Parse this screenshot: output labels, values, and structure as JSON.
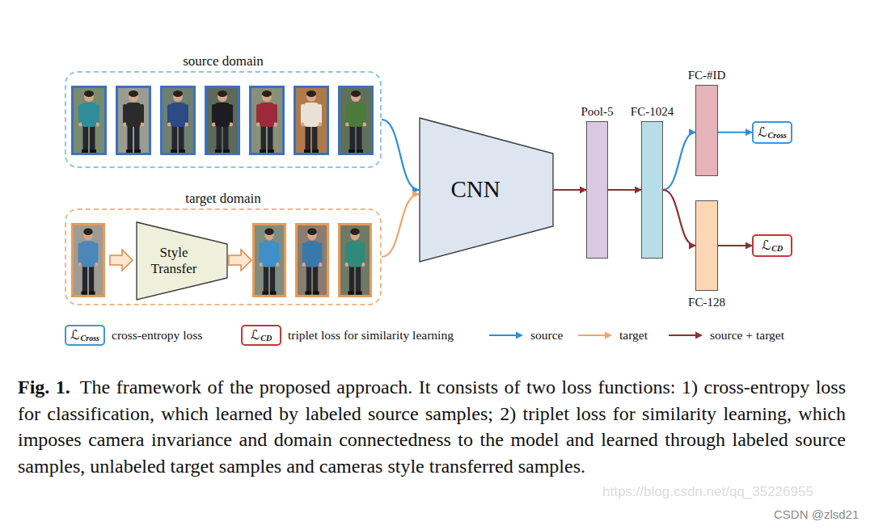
{
  "diagram": {
    "caption": "The framework of the proposed approach. It consists of two loss functions: 1) cross-entropy loss for classification, which learned by labeled source samples; 2) triplet loss for similarity learning, which imposes camera invariance and domain connectedness to the model and learned through labeled source samples, unlabeled target samples and cameras style transferred samples.",
    "nodes": [
      {
        "text": [
          "source domain"
        ]
      },
      {
        "text": [
          "target domain"
        ]
      },
      {
        "text": [
          "Style Transfer"
        ],
        "in": 1
      },
      {
        "text": [
          "CNN"
        ]
      },
      {
        "text": [
          "Pool-5"
        ]
      },
      {
        "text": [
          "FC-1024"
        ]
      },
      {
        "text": [
          "FC-#ID"
        ]
      },
      {
        "text": [
          "FC-128"
        ]
      },
      {
        "text": [
          "ℒ",
          "Cross"
        ]
      },
      {
        "text": [
          "ℒ",
          "CD"
        ]
      }
    ],
    "edges": [
      {
        "from": 0,
        "to": 3,
        "arrow": "to"
      },
      {
        "from": 1,
        "to": 3,
        "arrow": "to"
      },
      {
        "from": 3,
        "to": 4,
        "arrow": "to"
      },
      {
        "from": 4,
        "to": 5,
        "arrow": "to"
      },
      {
        "from": 5,
        "to": 6,
        "arrow": "to"
      },
      {
        "from": 5,
        "to": 7,
        "arrow": "to"
      },
      {
        "from": 6,
        "to": 8,
        "arrow": "to"
      },
      {
        "from": 7,
        "to": 9,
        "arrow": "to"
      }
    ],
    "labels": [
      "ℒ",
      "Cross",
      "ℒ",
      "CD",
      "Fig. 1.",
      "https://blog.csdn.net/qq_35226955",
      "CSDN @zlsd21"
    ],
    "legend": [
      {
        "text": "cross-entropy loss"
      },
      {
        "text": "triplet loss for similarity learning"
      },
      {
        "text": "source"
      },
      {
        "text": "target"
      },
      {
        "text": "source + target"
      }
    ]
  }
}
